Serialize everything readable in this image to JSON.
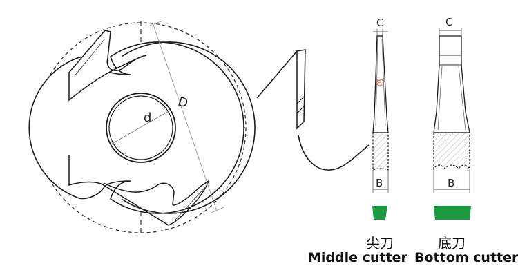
{
  "labels": {
    "diameter_outer": "D",
    "diameter_inner": "d",
    "thickness_top": "C",
    "thickness_bottom": "B",
    "angle": "a"
  },
  "cutters": [
    {
      "chinese": "尖刀",
      "english": "Middle cutter",
      "color": "#1a9a3e"
    },
    {
      "chinese": "底刀",
      "english": "Bottom cutter",
      "color": "#1a9a3e"
    }
  ],
  "colors": {
    "line": "#1a1a1a",
    "angle_label": "#e06060",
    "hatch": "#b8a8a8"
  }
}
